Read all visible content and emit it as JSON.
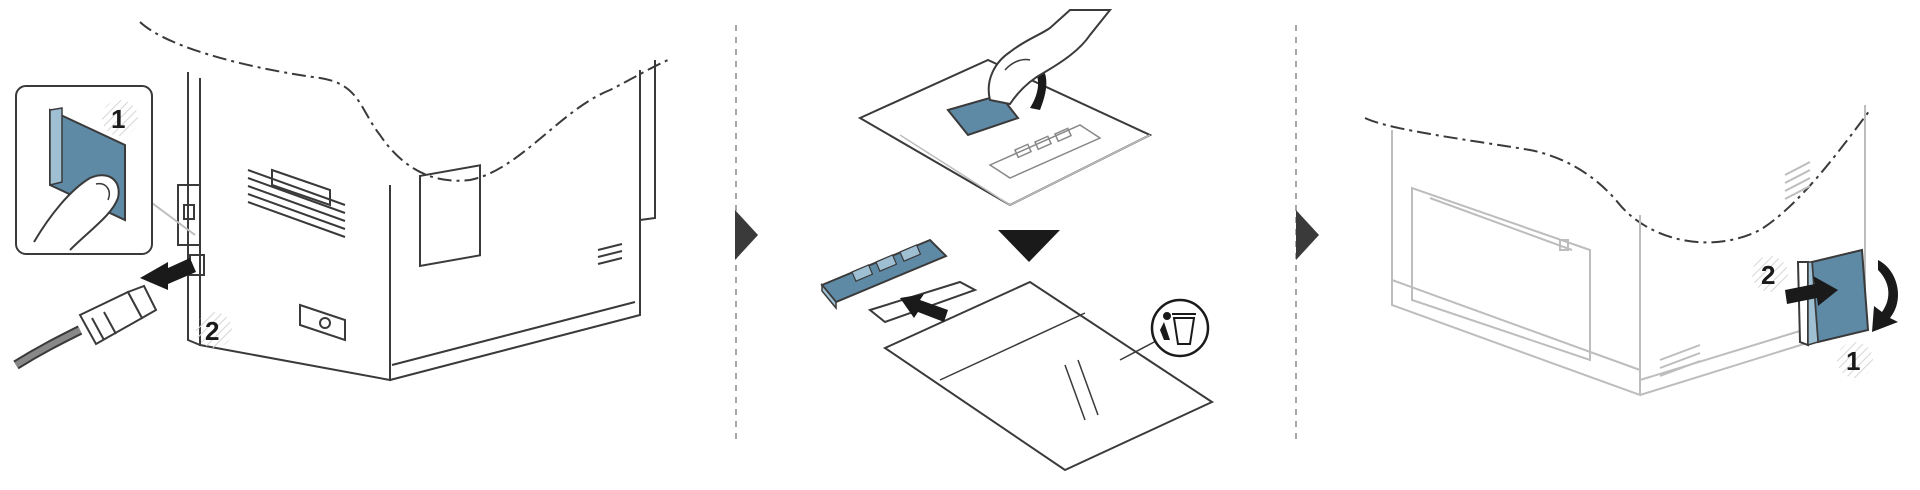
{
  "colors": {
    "line": "#3a3a3a",
    "outline_light": "#bdbdbd",
    "accent_blue": "#5f8aa6",
    "accent_blue_light": "#9fbfd3",
    "tint_gray": "#e6e6e6",
    "hatch": "#d6d6d6",
    "arrow_dark": "#1a1a1a",
    "divider": "#8a8a8a"
  },
  "panels": [
    {
      "name": "power-off-and-unplug",
      "callouts": [
        {
          "label": "1",
          "target": "power-switch"
        },
        {
          "label": "2",
          "target": "power-cord"
        }
      ]
    },
    {
      "name": "remove-memory-module-from-bag",
      "icons": [
        "hand-icon",
        "lift-arrow-icon",
        "down-triangle-icon",
        "slide-out-arrow-icon",
        "recycle-bin-icon"
      ]
    },
    {
      "name": "open-side-control-board-cover",
      "callouts": [
        {
          "label": "2",
          "target": "cover-pull-direction"
        },
        {
          "label": "1",
          "target": "cover-swing-direction"
        }
      ]
    }
  ],
  "step_separators": [
    "chevron-right-icon",
    "chevron-right-icon"
  ]
}
